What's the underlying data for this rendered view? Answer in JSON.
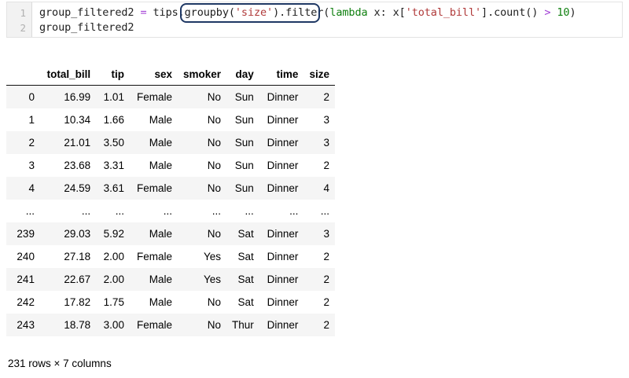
{
  "code_cell": {
    "line_numbers": [
      "1",
      "2"
    ],
    "line1_tokens": [
      {
        "text": "group_filtered2 ",
        "type": "plain"
      },
      {
        "text": "=",
        "type": "op"
      },
      {
        "text": " tips",
        "type": "plain"
      },
      {
        "text": ".",
        "type": "punct"
      },
      {
        "text": "groupby",
        "type": "plain"
      },
      {
        "text": "(",
        "type": "punct"
      },
      {
        "text": "'size'",
        "type": "string"
      },
      {
        "text": ")",
        "type": "punct"
      },
      {
        "text": ".",
        "type": "punct"
      },
      {
        "text": "filter",
        "type": "plain"
      },
      {
        "text": "(",
        "type": "punct"
      },
      {
        "text": "lambda",
        "type": "kw"
      },
      {
        "text": " x",
        "type": "plain"
      },
      {
        "text": ":",
        "type": "punct"
      },
      {
        "text": " x",
        "type": "plain"
      },
      {
        "text": "[",
        "type": "punct"
      },
      {
        "text": "'total_bill'",
        "type": "string"
      },
      {
        "text": "]",
        "type": "punct"
      },
      {
        "text": ".",
        "type": "punct"
      },
      {
        "text": "count",
        "type": "plain"
      },
      {
        "text": "()",
        "type": "punct"
      },
      {
        "text": " ",
        "type": "plain"
      },
      {
        "text": ">",
        "type": "op"
      },
      {
        "text": " ",
        "type": "plain"
      },
      {
        "text": "10",
        "type": "num"
      },
      {
        "text": ")",
        "type": "punct"
      }
    ],
    "line1_plain": "group_filtered2 = tips.groupby('size').filter(lambda x: x['total_bill'].count() > 10)",
    "line2_plain": "group_filtered2",
    "highlight_target": "tips.groupby('size')",
    "highlight_color": "#1f3864"
  },
  "dataframe": {
    "index_header": "",
    "columns": [
      "total_bill",
      "tip",
      "sex",
      "smoker",
      "day",
      "time",
      "size"
    ],
    "rows": [
      {
        "index": "0",
        "cells": [
          "16.99",
          "1.01",
          "Female",
          "No",
          "Sun",
          "Dinner",
          "2"
        ]
      },
      {
        "index": "1",
        "cells": [
          "10.34",
          "1.66",
          "Male",
          "No",
          "Sun",
          "Dinner",
          "3"
        ]
      },
      {
        "index": "2",
        "cells": [
          "21.01",
          "3.50",
          "Male",
          "No",
          "Sun",
          "Dinner",
          "3"
        ]
      },
      {
        "index": "3",
        "cells": [
          "23.68",
          "3.31",
          "Male",
          "No",
          "Sun",
          "Dinner",
          "2"
        ]
      },
      {
        "index": "4",
        "cells": [
          "24.59",
          "3.61",
          "Female",
          "No",
          "Sun",
          "Dinner",
          "4"
        ]
      },
      {
        "index": "...",
        "cells": [
          "...",
          "...",
          "...",
          "...",
          "...",
          "...",
          "..."
        ]
      },
      {
        "index": "239",
        "cells": [
          "29.03",
          "5.92",
          "Male",
          "No",
          "Sat",
          "Dinner",
          "3"
        ]
      },
      {
        "index": "240",
        "cells": [
          "27.18",
          "2.00",
          "Female",
          "Yes",
          "Sat",
          "Dinner",
          "2"
        ]
      },
      {
        "index": "241",
        "cells": [
          "22.67",
          "2.00",
          "Male",
          "Yes",
          "Sat",
          "Dinner",
          "2"
        ]
      },
      {
        "index": "242",
        "cells": [
          "17.82",
          "1.75",
          "Male",
          "No",
          "Sat",
          "Dinner",
          "2"
        ]
      },
      {
        "index": "243",
        "cells": [
          "18.78",
          "3.00",
          "Female",
          "No",
          "Thur",
          "Dinner",
          "2"
        ]
      }
    ],
    "footer": "231 rows × 7 columns",
    "stripe_color": "#f5f5f5",
    "base_color": "#ffffff"
  }
}
